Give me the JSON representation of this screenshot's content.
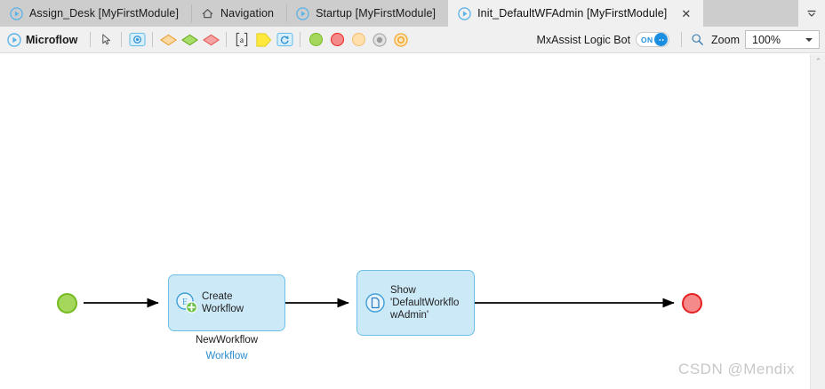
{
  "tabs": [
    {
      "label": "Assign_Desk [MyFirstModule]",
      "icon": "microflow-icon",
      "active": false,
      "closable": false
    },
    {
      "label": "Navigation",
      "icon": "home-icon",
      "active": false,
      "closable": false
    },
    {
      "label": "Startup [MyFirstModule]",
      "icon": "microflow-icon",
      "active": false,
      "closable": false
    },
    {
      "label": "Init_DefaultWFAdmin [MyFirstModule]",
      "icon": "microflow-icon",
      "active": true,
      "closable": true,
      "close_glyph": "✕"
    }
  ],
  "tabbar": {
    "overflow_glyph": "▼"
  },
  "toolbar": {
    "title": "Microflow",
    "tools": [
      {
        "name": "pointer-icon",
        "type": "pointer"
      },
      {
        "name": "object-activity-icon",
        "type": "framed-blue"
      },
      {
        "name": "decision-orange-icon",
        "type": "diamond",
        "color": "#fbd9a0",
        "border": "#e8a33d"
      },
      {
        "name": "decision-green-icon",
        "type": "diamond",
        "color": "#a8dd6a",
        "border": "#6fae23"
      },
      {
        "name": "decision-red-icon",
        "type": "diamond",
        "color": "#f7a3a3",
        "border": "#e35c5c"
      },
      {
        "name": "annotation-icon",
        "type": "annotation",
        "glyph": "a"
      },
      {
        "name": "parameter-icon",
        "type": "pentagon",
        "color": "#ffe93f",
        "border": "#e0cc19"
      },
      {
        "name": "loop-icon",
        "type": "framed-blue-loop"
      },
      {
        "name": "start-event-icon",
        "type": "circle",
        "color": "#a5d75c",
        "border": "#74bb20"
      },
      {
        "name": "end-event-icon",
        "type": "circle",
        "color": "#f58a8a",
        "border": "#e62020"
      },
      {
        "name": "continue-event-icon",
        "type": "circle",
        "color": "#ffe0ad",
        "border": "#f0b košt"
      },
      {
        "name": "break-event-icon",
        "type": "ring",
        "color": "#d9d9d9",
        "border": "#9c9c9c"
      },
      {
        "name": "error-event-icon",
        "type": "ring",
        "color": "#ffffff",
        "border": "#f0a832"
      }
    ],
    "mxassist": {
      "label": "MxAssist Logic Bot",
      "toggle_state": "ON"
    },
    "zoom": {
      "label": "Zoom",
      "value": "100%",
      "icon": "magnifier-icon"
    }
  },
  "canvas": {
    "start": {
      "name": "start-event"
    },
    "end": {
      "name": "end-event"
    },
    "nodes": [
      {
        "id": "create-workflow",
        "icon": "create-object-icon",
        "lines": [
          "Create",
          "Workflow"
        ],
        "caption": "NewWorkflow",
        "caption_sub": "Workflow"
      },
      {
        "id": "show-page",
        "icon": "show-page-icon",
        "lines": [
          "Show",
          "'DefaultWorkflo",
          "wAdmin'"
        ],
        "caption": "",
        "caption_sub": ""
      }
    ]
  },
  "scrollbar": {
    "up_glyph": "⌃"
  },
  "watermark": {
    "text": "CSDN @Mendix"
  }
}
